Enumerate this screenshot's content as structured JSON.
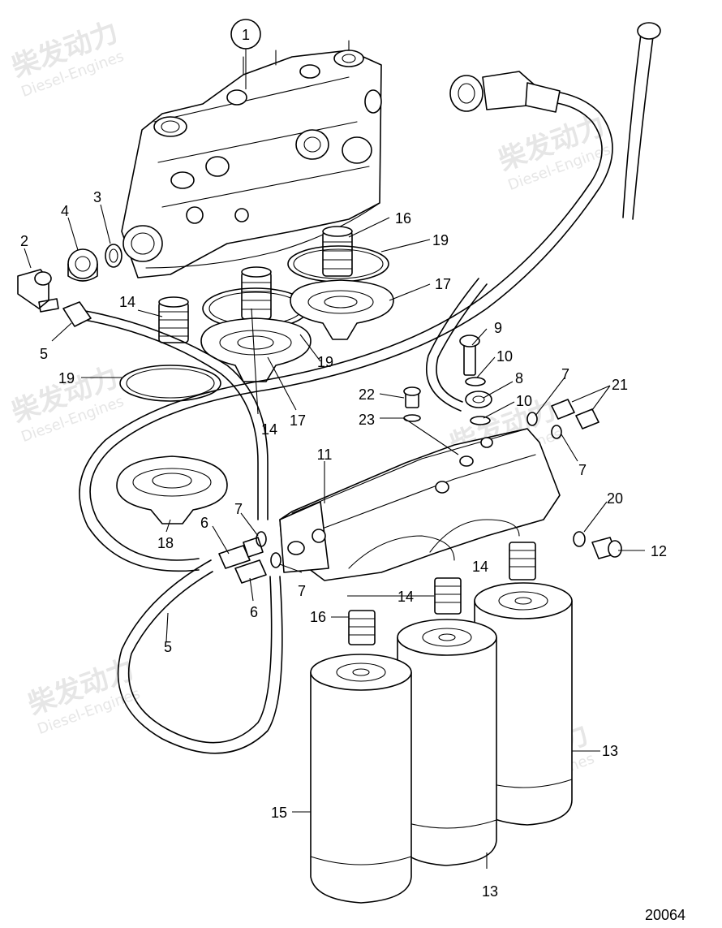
{
  "diagram": {
    "drawing_number": "20064",
    "watermark": {
      "brand_cn": "柴发动力",
      "brand_en": "Diesel-Engines"
    },
    "callouts": [
      {
        "id": "c1",
        "label": "1"
      },
      {
        "id": "c2",
        "label": "2"
      },
      {
        "id": "c3",
        "label": "3"
      },
      {
        "id": "c4",
        "label": "4"
      },
      {
        "id": "c5a",
        "label": "5"
      },
      {
        "id": "c5b",
        "label": "5"
      },
      {
        "id": "c6a",
        "label": "6"
      },
      {
        "id": "c6b",
        "label": "6"
      },
      {
        "id": "c7a",
        "label": "7"
      },
      {
        "id": "c7b",
        "label": "7"
      },
      {
        "id": "c7c",
        "label": "7"
      },
      {
        "id": "c7d",
        "label": "7"
      },
      {
        "id": "c8",
        "label": "8"
      },
      {
        "id": "c9",
        "label": "9"
      },
      {
        "id": "c10a",
        "label": "10"
      },
      {
        "id": "c10b",
        "label": "10"
      },
      {
        "id": "c11",
        "label": "11"
      },
      {
        "id": "c12",
        "label": "12"
      },
      {
        "id": "c13a",
        "label": "13"
      },
      {
        "id": "c13b",
        "label": "13"
      },
      {
        "id": "c14a",
        "label": "14"
      },
      {
        "id": "c14b",
        "label": "14"
      },
      {
        "id": "c14c",
        "label": "14"
      },
      {
        "id": "c14d",
        "label": "14"
      },
      {
        "id": "c15",
        "label": "15"
      },
      {
        "id": "c16a",
        "label": "16"
      },
      {
        "id": "c16b",
        "label": "16"
      },
      {
        "id": "c17a",
        "label": "17"
      },
      {
        "id": "c17b",
        "label": "17"
      },
      {
        "id": "c18",
        "label": "18"
      },
      {
        "id": "c19a",
        "label": "19"
      },
      {
        "id": "c19b",
        "label": "19"
      },
      {
        "id": "c19c",
        "label": "19"
      },
      {
        "id": "c20",
        "label": "20"
      },
      {
        "id": "c21",
        "label": "21"
      },
      {
        "id": "c22",
        "label": "22"
      },
      {
        "id": "c23",
        "label": "23"
      }
    ]
  }
}
